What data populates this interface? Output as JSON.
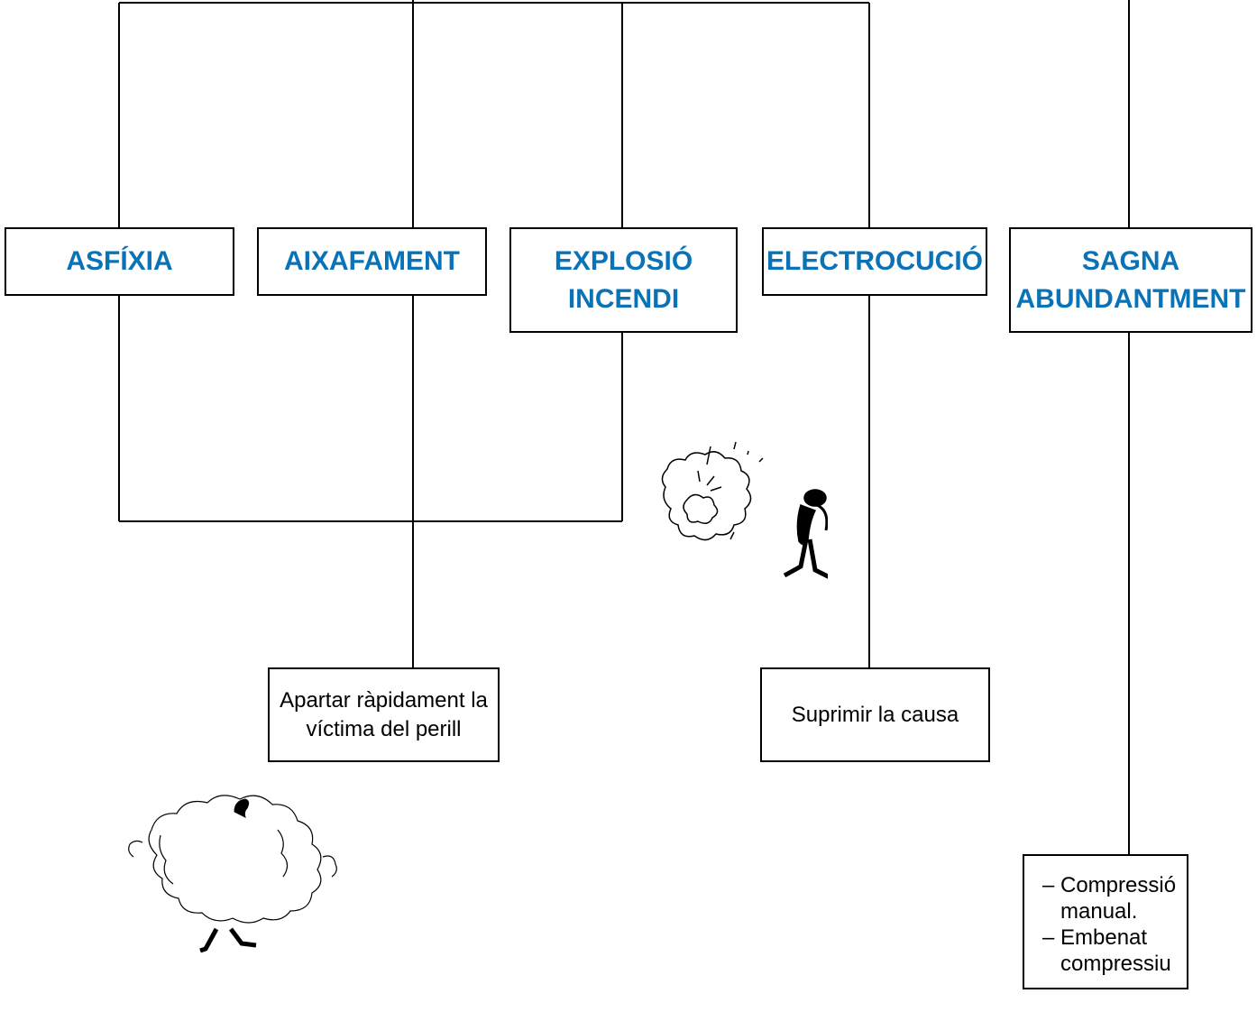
{
  "colors": {
    "accent": "#0a73b8",
    "line": "#000000"
  },
  "categories": [
    {
      "id": "asfixia",
      "lines": [
        "ASFÍXIA"
      ]
    },
    {
      "id": "aixafament",
      "lines": [
        "AIXAFAMENT"
      ]
    },
    {
      "id": "explosio",
      "lines": [
        "EXPLOSIÓ",
        "INCENDI"
      ]
    },
    {
      "id": "electrocucio",
      "lines": [
        "ELECTROCUCIÓ"
      ]
    },
    {
      "id": "sagna",
      "lines": [
        "SAGNA",
        "ABUNDANTMENT"
      ]
    }
  ],
  "actions": {
    "apartar": {
      "lines": [
        "Apartar ràpidament la",
        "víctima del perill"
      ]
    },
    "suprimir": {
      "lines": [
        "Suprimir la causa"
      ]
    },
    "compressio": {
      "items": [
        {
          "dash": "–",
          "lines": [
            "Compressió",
            "manual."
          ]
        },
        {
          "dash": "–",
          "lines": [
            "Embenat",
            "compressiu"
          ]
        }
      ]
    }
  },
  "illustrations": [
    "explosion-cloud-figure-icon",
    "smoke-cloud-figure-icon"
  ]
}
